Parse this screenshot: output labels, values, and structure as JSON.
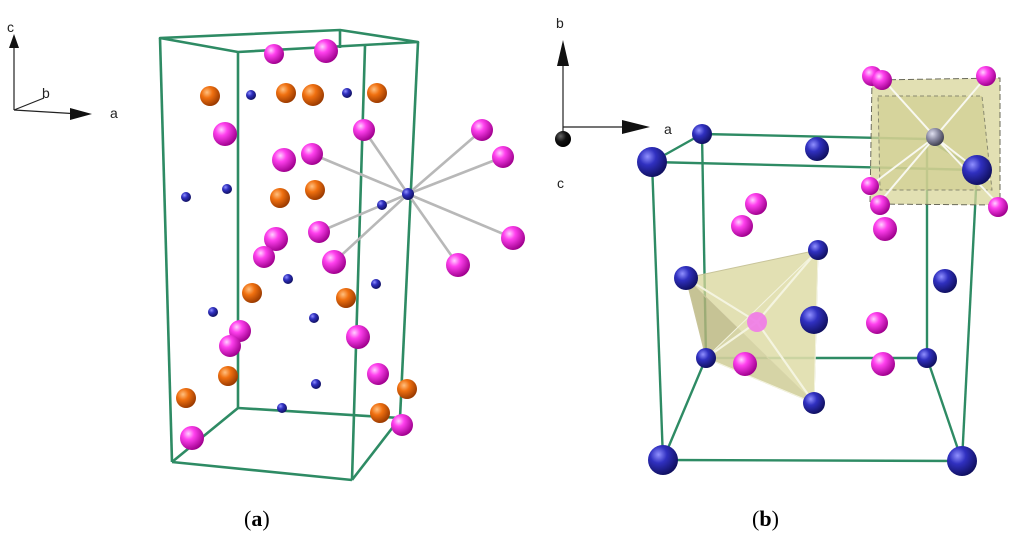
{
  "panel_a": {
    "caption_open": "(",
    "caption_letter": "a",
    "caption_close": ")",
    "axes": {
      "c": "c",
      "b": "b",
      "a": "a"
    }
  },
  "panel_b": {
    "caption_open": "(",
    "caption_letter": "b",
    "caption_close": ")",
    "axes": {
      "b": "b",
      "a": "a",
      "c": "c"
    }
  },
  "colors": {
    "cell_edge": "#2e8b64",
    "bond": "#b8b8b8",
    "magenta_atom": "#e020d0",
    "orange_atom": "#e06a10",
    "blue_atom": "#2a2aa0",
    "polyhedron_fill": "#d8d59a"
  }
}
